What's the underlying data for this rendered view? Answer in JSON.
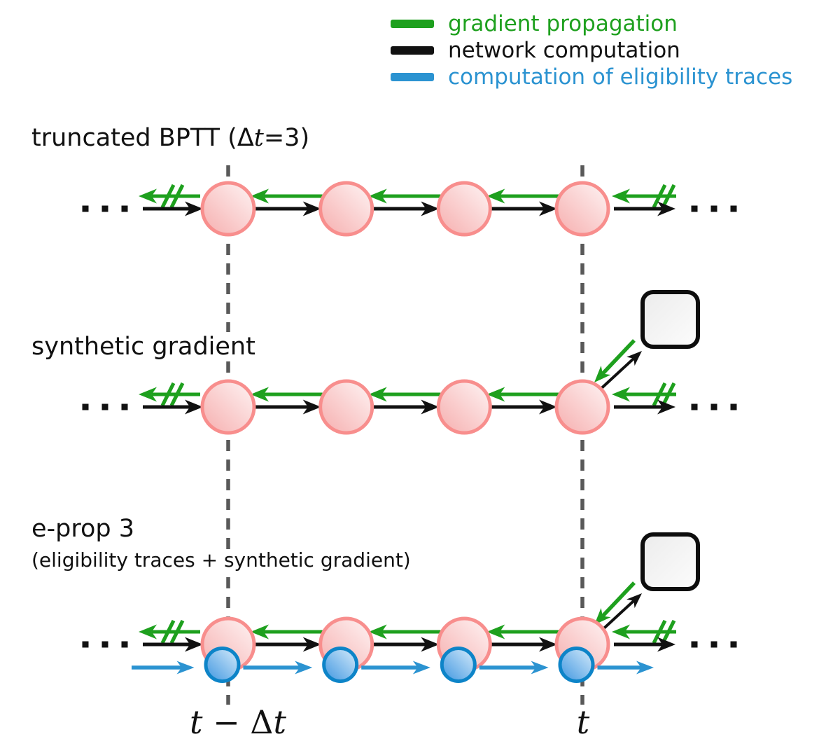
{
  "legend": {
    "items": [
      {
        "name": "gradient-propagation",
        "label": "gradient propagation",
        "color": "#1ea01e"
      },
      {
        "name": "network-computation",
        "label": "network computation",
        "color": "#111111"
      },
      {
        "name": "eligibility-traces",
        "label": "computation of eligibility traces",
        "color": "#2b93d1"
      }
    ]
  },
  "sections": [
    {
      "name": "truncated-bptt",
      "title_parts": [
        {
          "t": "truncated BPTT ("
        },
        {
          "t": "Δ"
        },
        {
          "t": "t",
          "i": true
        },
        {
          "t": "=3)"
        }
      ],
      "subtitle": "",
      "num_nodes": 4,
      "truncated_left": true,
      "truncated_right": true,
      "synthetic_gradient_box": false,
      "eligibility_traces": false
    },
    {
      "name": "synthetic-gradient",
      "title_parts": [
        {
          "t": "synthetic gradient"
        }
      ],
      "subtitle": "",
      "num_nodes": 4,
      "truncated_left": true,
      "truncated_right": true,
      "synthetic_gradient_box": true,
      "eligibility_traces": false
    },
    {
      "name": "e-prop-3",
      "title_parts": [
        {
          "t": "e-prop 3"
        }
      ],
      "subtitle": "(eligibility traces + synthetic gradient)",
      "num_nodes": 4,
      "truncated_left": true,
      "truncated_right": true,
      "synthetic_gradient_box": true,
      "eligibility_traces": true
    }
  ],
  "time_axis": {
    "left_label_parts": [
      {
        "t": "t",
        "i": true
      },
      {
        "t": " − "
      },
      {
        "t": "Δ"
      },
      {
        "t": "t",
        "i": true
      }
    ],
    "right_label_parts": [
      {
        "t": "t",
        "i": true
      }
    ]
  },
  "ellipsis_dots_per_side": 3,
  "colors": {
    "gradient": "#1ea01e",
    "computation": "#111111",
    "eligibility": "#2b93d1",
    "node_border": "#f88e8d",
    "node_fill_dark": "#f6aeae",
    "node_fill_light": "#fef4f4",
    "trace_border": "#0d84c8",
    "trace_fill_dark": "#3e96e0",
    "trace_fill_light": "#d8ecfb",
    "box_border": "#0d0d0d",
    "box_fill_dark": "#ececec",
    "box_fill_light": "#fcfcfc",
    "dashed_line": "#595959"
  }
}
